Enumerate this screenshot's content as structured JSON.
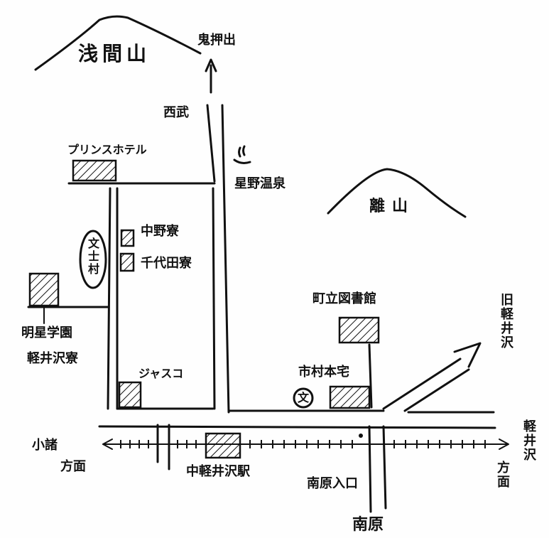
{
  "labels": {
    "asama": "浅間山",
    "onioshidashi": "鬼押出",
    "seibu": "西武",
    "prince_hotel": "プリンスホテル",
    "onsen_icon": "♨",
    "hoshino_onsen": "星野温泉",
    "hanare_yama": "離山",
    "nakano_ryo": "中野寮",
    "chiyoda_ryo": "千代田寮",
    "bunshimura": "文士村",
    "meisei": "明星学園",
    "karuizawa_ryo": "軽井沢寮",
    "jusco": "ジャスコ",
    "library": "町立図書館",
    "kyu_karuizawa": "旧軽井沢",
    "shichoson_honsha": "市村本宅",
    "school_mark": "文",
    "komoro_1": "小諸",
    "komoro_2": "方面",
    "naka_karuizawa_station": "中軽井沢駅",
    "minamihara_iriguchi": "南原入口",
    "minamihara": "南原",
    "karuizawa_1": "軽井沢",
    "karuizawa_2": "方面"
  },
  "colors": {
    "ink": "#111111",
    "paper": "#fefefe"
  }
}
